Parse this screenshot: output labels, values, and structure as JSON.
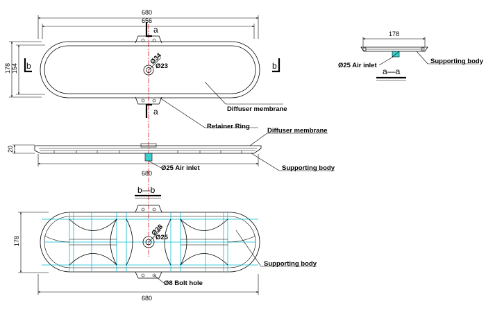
{
  "top_view": {
    "dim_overall": "680",
    "dim_inner": "656",
    "dim_height_outer": "178",
    "dim_height_inner": "154",
    "section_a": "a",
    "section_b": "b",
    "dia_outer": "Ø34",
    "dia_inner": "Ø23",
    "callout_membrane": "Diffuser membrane",
    "callout_retainer": "Retainer Ring"
  },
  "side_view": {
    "dim_height": "20",
    "dim_length": "680",
    "callout_membrane": "Diffuser membrane",
    "callout_body": "Supporting body",
    "callout_inlet": "Ø25 Air inlet"
  },
  "section_aa": {
    "dim_width": "178",
    "callout_inlet": "Ø25 Air inlet",
    "callout_body": "Supporting body",
    "title": "a—a"
  },
  "bottom_view": {
    "title": "b—b",
    "dim_height": "178",
    "dim_length": "680",
    "dia_outer": "Ø38",
    "dia_inner": "Ø25",
    "callout_body": "Supporting body",
    "callout_bolt": "Ø8 Bolt hole"
  },
  "colors": {
    "centerline": "#e0303a",
    "ribs": "#00bcd4",
    "inlet": "#39d0cf"
  }
}
